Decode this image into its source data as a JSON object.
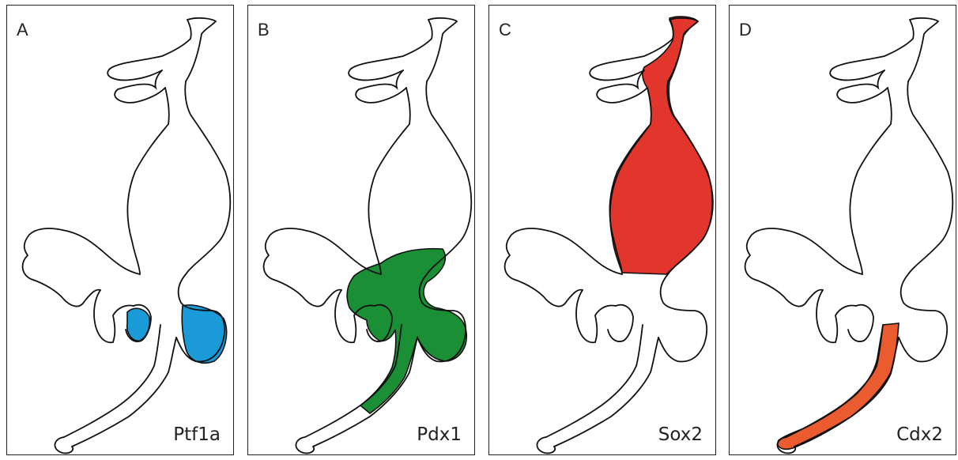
{
  "panels": [
    {
      "letter": "A",
      "marker": "Ptf1a",
      "color": "#1a9ad6",
      "region": "pancreatic-buds"
    },
    {
      "letter": "B",
      "marker": "Pdx1",
      "color": "#1b8f35",
      "region": "posterior-foregut"
    },
    {
      "letter": "C",
      "marker": "Sox2",
      "color": "#e2352b",
      "region": "esophagus-stomach"
    },
    {
      "letter": "D",
      "marker": "Cdx2",
      "color": "#ea5b2f",
      "region": "intestine"
    }
  ],
  "outline_color": "#111111"
}
